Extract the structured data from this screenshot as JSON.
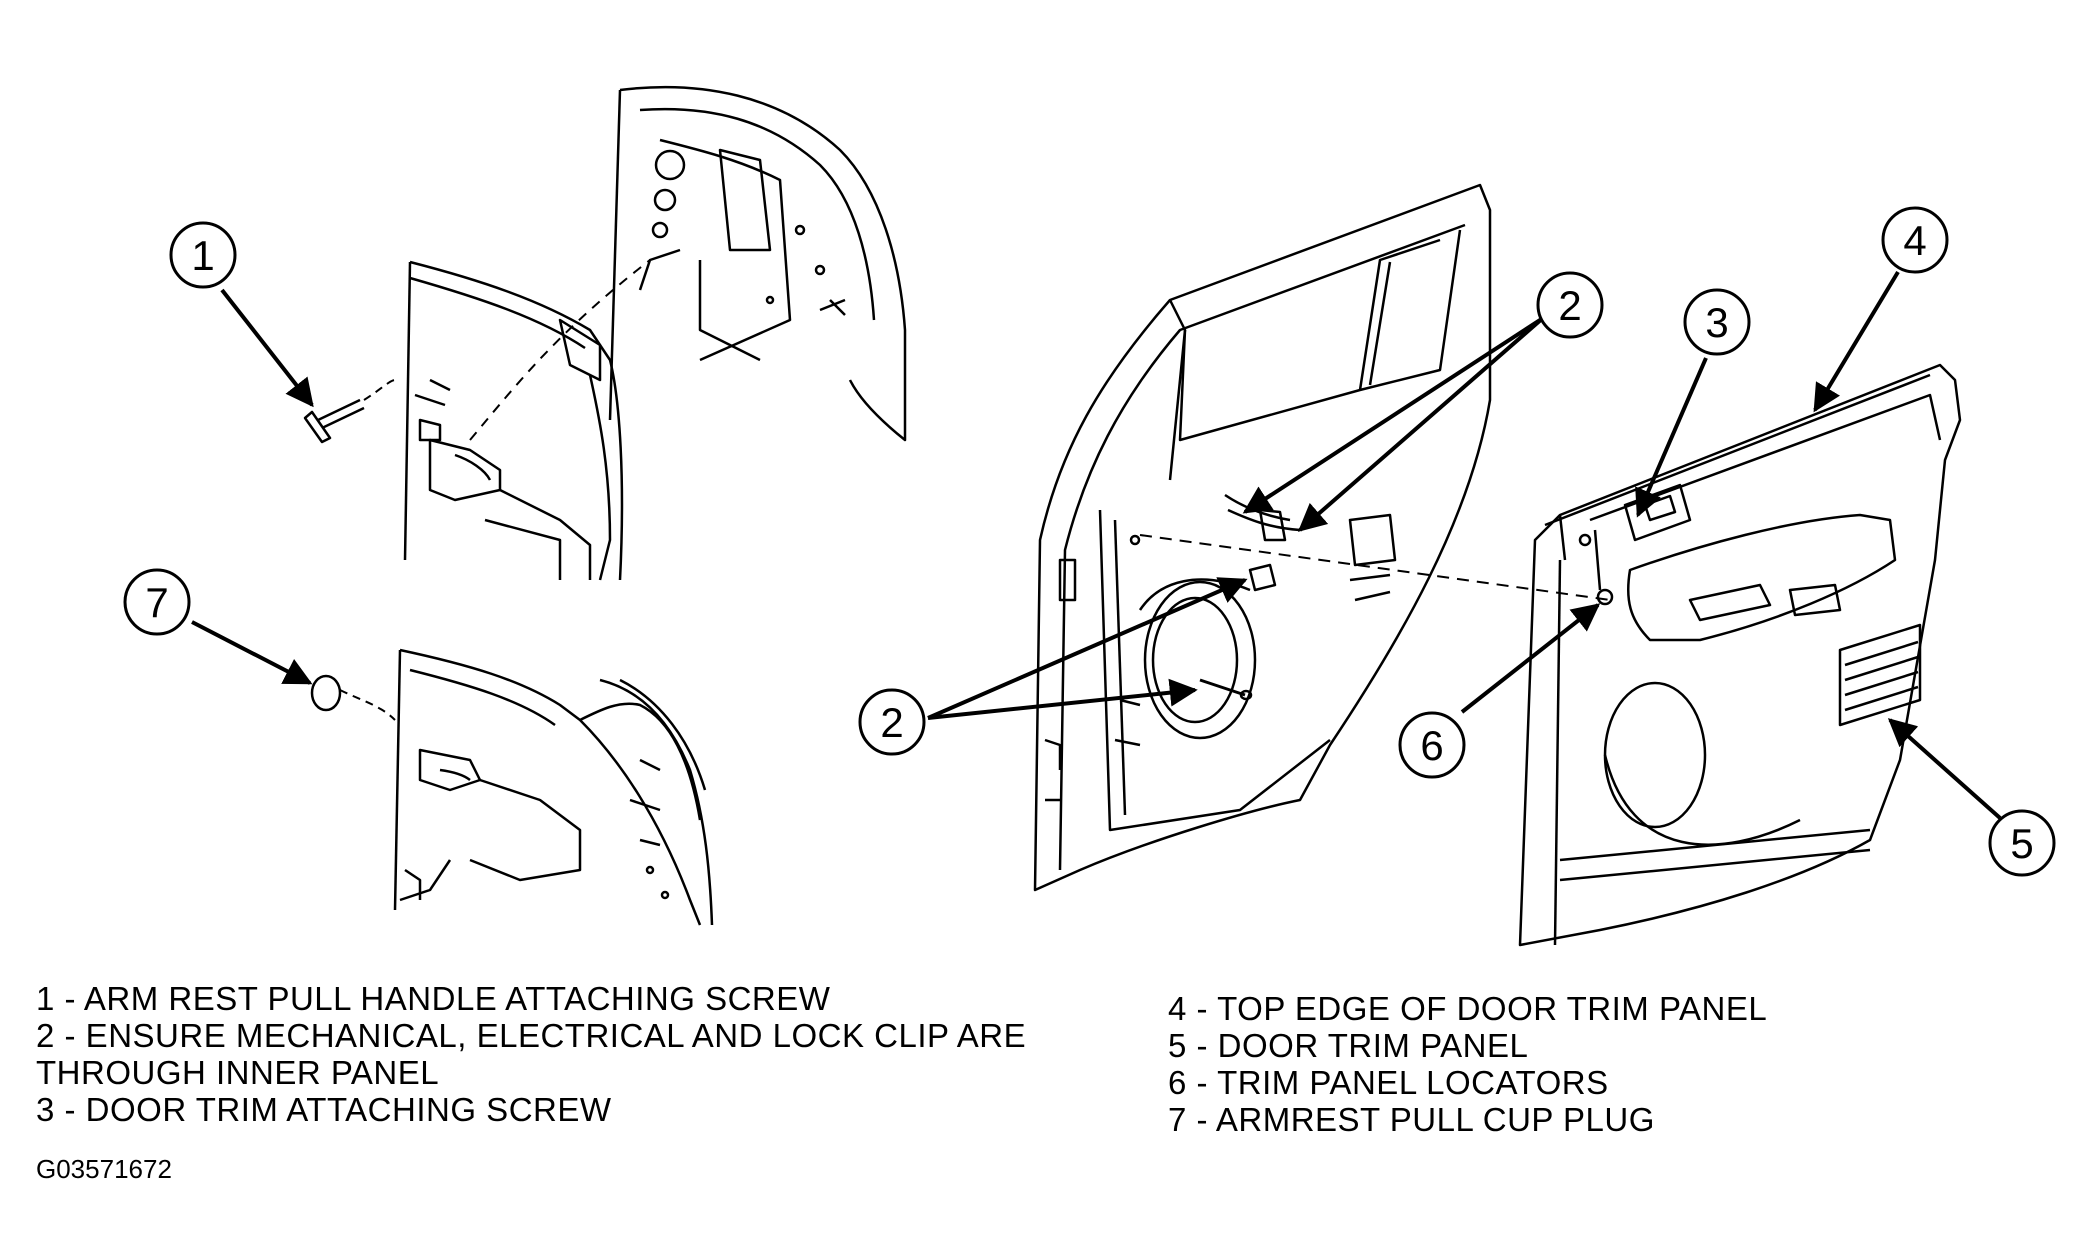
{
  "callouts": {
    "c1": "1",
    "c2a": "2",
    "c2b": "2",
    "c3": "3",
    "c4": "4",
    "c5": "5",
    "c6": "6",
    "c7": "7"
  },
  "legend_left": [
    "1 - ARM REST PULL HANDLE ATTACHING SCREW",
    "2 - ENSURE MECHANICAL, ELECTRICAL AND LOCK CLIP ARE",
    "THROUGH INNER PANEL",
    "3 - DOOR TRIM ATTACHING SCREW"
  ],
  "legend_right": [
    "4 - TOP EDGE OF DOOR TRIM PANEL",
    "5 - DOOR TRIM PANEL",
    "6 - TRIM PANEL LOCATORS",
    "7 - ARMREST PULL CUP PLUG"
  ],
  "figure_id": "G03571672",
  "colors": {
    "ink": "#000000",
    "paper": "#ffffff"
  }
}
